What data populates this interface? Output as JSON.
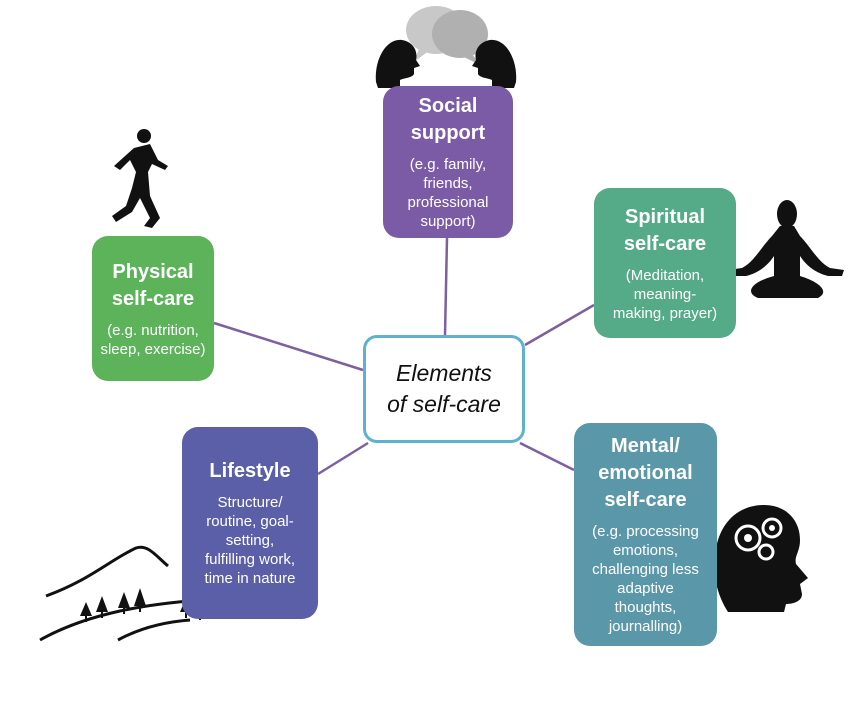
{
  "center": {
    "text": "Elements\nof self-care"
  },
  "nodes": {
    "social": {
      "title": "Social\nsupport",
      "desc": "(e.g. family,\nfriends,\nprofessional\nsupport)",
      "color": "#7b5aa6"
    },
    "spiritual": {
      "title": "Spiritual\nself-care",
      "desc": "(Meditation,\nmeaning-\nmaking, prayer)",
      "color": "#55ab87"
    },
    "physical": {
      "title": "Physical\nself-care",
      "desc": "(e.g. nutrition,\nsleep, exercise)",
      "color": "#5cb35a"
    },
    "lifestyle": {
      "title": "Lifestyle",
      "desc": "Structure/\nroutine, goal-\nsetting,\nfulfilling work,\ntime in nature",
      "color": "#5a5fa7"
    },
    "mental": {
      "title": "Mental/\nemotional\nself-care",
      "desc": "(e.g. processing\nemotions,\nchallenging less\nadaptive\nthoughts,\njournalling)",
      "color": "#5a97a8"
    }
  },
  "connector_color": "#7e5f9f",
  "center_border_color": "#5fb2cf",
  "icons": [
    "conversation-heads-icon",
    "meditation-silhouette-icon",
    "runner-silhouette-icon",
    "mountain-landscape-icon",
    "head-gears-icon"
  ]
}
